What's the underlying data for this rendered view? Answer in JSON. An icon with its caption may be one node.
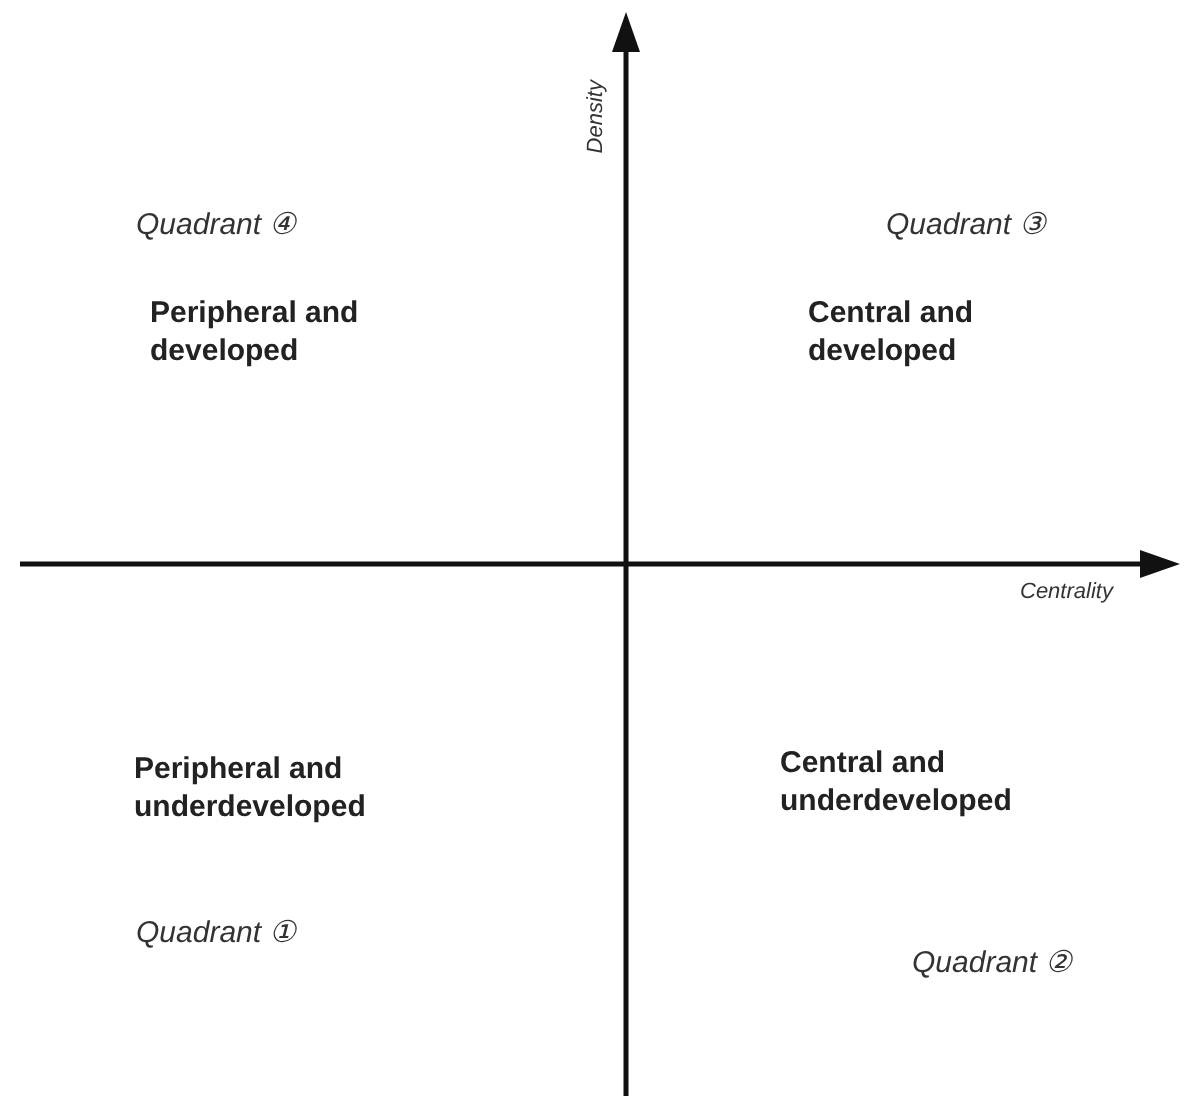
{
  "diagram": {
    "labels": [
      "Density",
      "Quadrant ④",
      "Peripheral and developed",
      "Quadrant ③",
      "Central and developed",
      "Centrality",
      "Peripheral and underdeveloped",
      "Central and underdeveloped",
      "Quadrant ①",
      "Quadrant ②"
    ]
  }
}
